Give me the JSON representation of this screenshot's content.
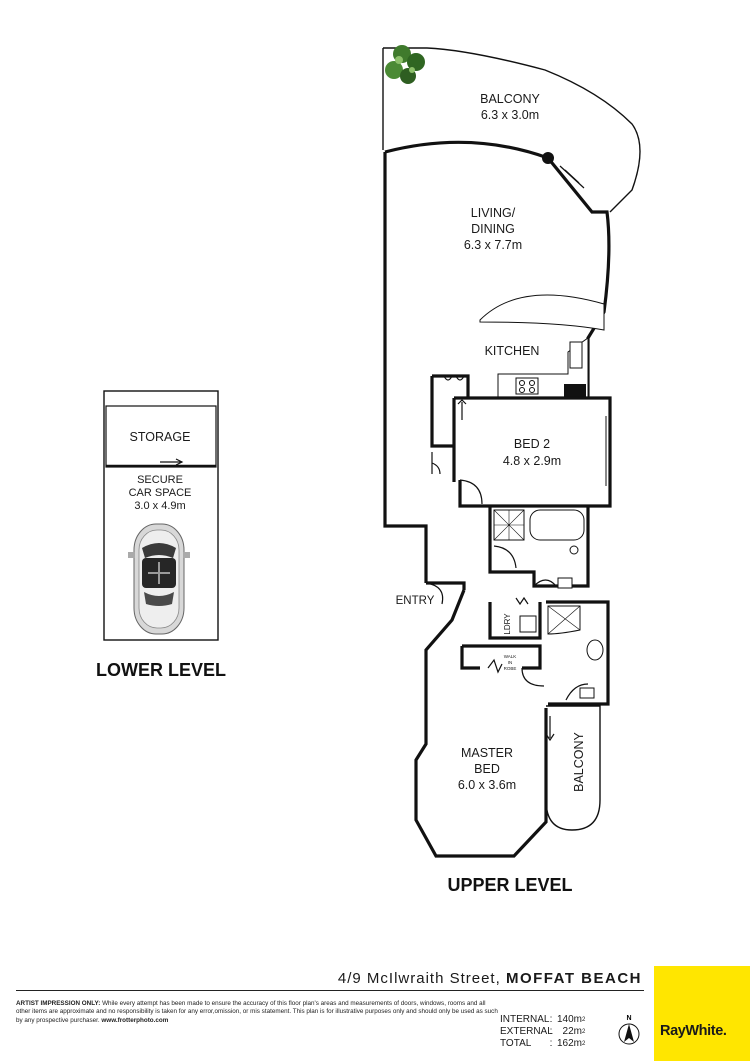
{
  "lower_level": {
    "title": "LOWER LEVEL",
    "storage": "STORAGE",
    "car_space_line1": "SECURE",
    "car_space_line2": "CAR SPACE",
    "car_space_dim": "3.0 x 4.9m"
  },
  "upper_level": {
    "title": "UPPER LEVEL",
    "balcony_top_name": "BALCONY",
    "balcony_top_dim": "6.3 x 3.0m",
    "living_line1": "LIVING/",
    "living_line2": "DINING",
    "living_dim": "6.3 x 7.7m",
    "kitchen": "KITCHEN",
    "bed2_name": "BED 2",
    "bed2_dim": "4.8 x 2.9m",
    "entry": "ENTRY",
    "laundry": "LDRY",
    "robe_line1": "WALK",
    "robe_line2": "IN",
    "robe_line3": "ROBE",
    "master_line1": "MASTER",
    "master_line2": "BED",
    "master_dim": "6.0 x 3.6m",
    "balcony_side": "BALCONY"
  },
  "footer": {
    "address_street": "4/9 McIlwraith Street,",
    "address_suburb": "MOFFAT BEACH",
    "disclaimer_lead": "ARTIST IMPRESSION ONLY:",
    "disclaimer_body": "While every attempt has been made to ensure the accuracy of this floor plan's areas and measurements of doors, windows, rooms and all other items are approximate and no responsibility is taken for any error,omission, or mis statement. This plan is for illustrative purposes only and should only be used as such by any prospective purchaser.",
    "disclaimer_site": "www.frotterphoto.com",
    "areas": [
      {
        "label": "INTERNAL",
        "value": "140m",
        "sup": "2"
      },
      {
        "label": "EXTERNAL",
        "value": "22m",
        "sup": "2"
      },
      {
        "label": "TOTAL",
        "value": "162m",
        "sup": "2"
      }
    ],
    "compass_label": "N",
    "brand": "RayWhite."
  },
  "colors": {
    "brand_yellow": "#ffe600",
    "wall": "#111111"
  }
}
